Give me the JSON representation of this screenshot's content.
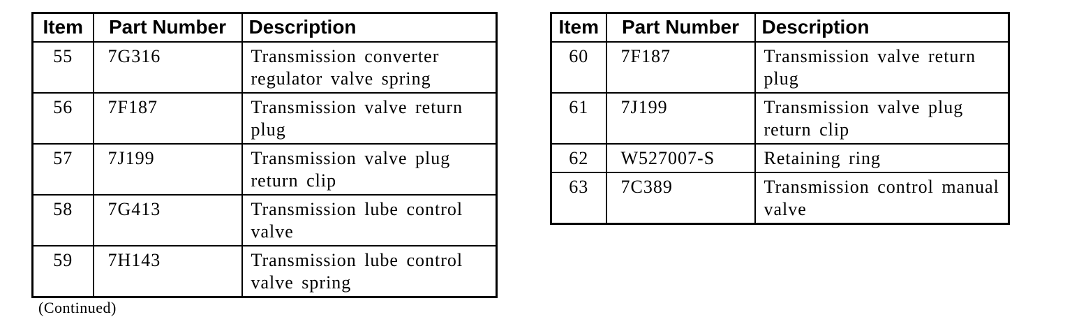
{
  "page": {
    "background": "#ffffff",
    "text_color": "#000000",
    "border_color": "#000000",
    "continued_note": "(Continued)"
  },
  "tables": [
    {
      "id": "left",
      "headers": {
        "item": "Item",
        "part_number": "Part Number",
        "description": "Description"
      },
      "rows": [
        {
          "item": "55",
          "part_number": "7G316",
          "description": "Transmission converter regulator valve spring"
        },
        {
          "item": "56",
          "part_number": "7F187",
          "description": "Transmission valve return plug"
        },
        {
          "item": "57",
          "part_number": "7J199",
          "description": "Transmission valve plug return clip"
        },
        {
          "item": "58",
          "part_number": "7G413",
          "description": "Transmission lube control valve"
        },
        {
          "item": "59",
          "part_number": "7H143",
          "description": "Transmission lube control valve spring"
        }
      ]
    },
    {
      "id": "right",
      "headers": {
        "item": "Item",
        "part_number": "Part Number",
        "description": "Description"
      },
      "rows": [
        {
          "item": "60",
          "part_number": "7F187",
          "description": "Transmission valve return plug"
        },
        {
          "item": "61",
          "part_number": "7J199",
          "description": "Transmission valve plug return clip"
        },
        {
          "item": "62",
          "part_number": "W527007-S",
          "description": "Retaining ring"
        },
        {
          "item": "63",
          "part_number": "7C389",
          "description": "Transmission control manual valve"
        }
      ]
    }
  ]
}
